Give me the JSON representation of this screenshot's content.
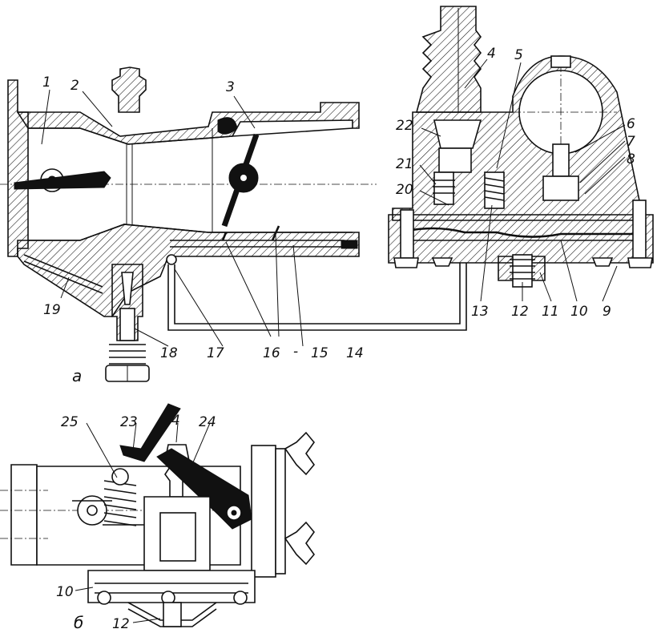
{
  "view_a": {
    "caption": "а",
    "labels": {
      "l1": "1",
      "l2": "2",
      "l3": "3",
      "l4": "4",
      "l5": "5",
      "l6": "6",
      "l7": "7",
      "l8": "8",
      "l9": "9",
      "l10": "10",
      "l11": "11",
      "l12": "12",
      "l13": "13",
      "l14": "14",
      "l15": "15",
      "l16": "16",
      "l17": "17",
      "l18": "18",
      "l19": "19",
      "l20": "20",
      "l21": "21",
      "l22": "22",
      "dash": "-"
    }
  },
  "view_b": {
    "caption": "б",
    "labels": {
      "l23": "23",
      "l24": "24",
      "l25": "25",
      "l4": "4",
      "l10": "10",
      "l12": "12"
    }
  }
}
